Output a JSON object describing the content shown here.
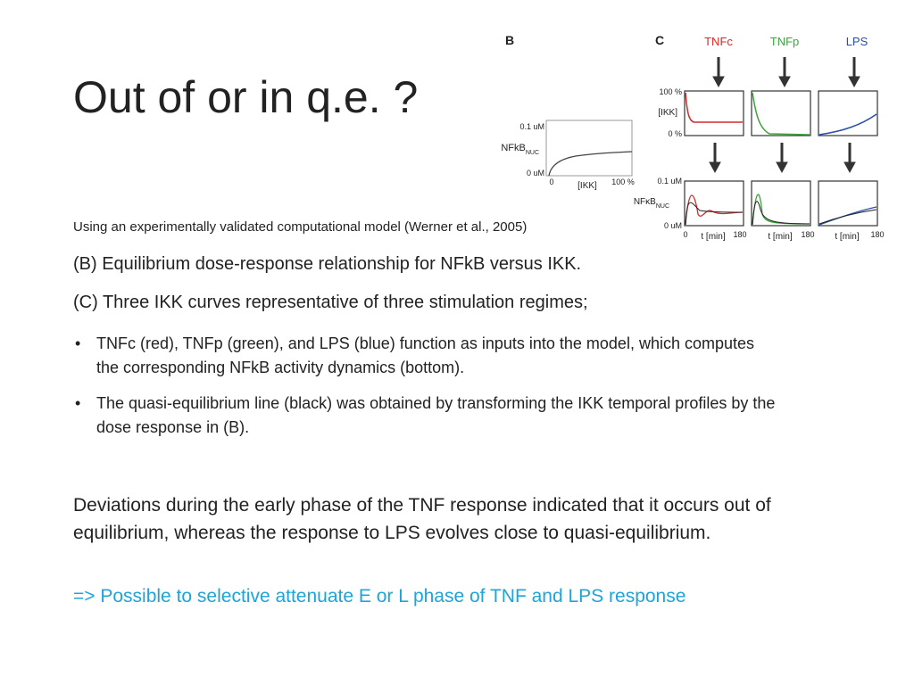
{
  "slide": {
    "title": "Out of or in q.e. ?",
    "source_note": "Using an experimentally validated computational model (Werner et al., 2005)",
    "line_b": "(B) Equilibrium dose-response relationship for NFkB versus IKK.",
    "line_c": "(C) Three IKK curves representative of three stimulation regimes;",
    "bullets": [
      "TNFc (red), TNFp (green), and LPS (blue) function as inputs into the model, which computes the corresponding NFkB activity dynamics (bottom).",
      "The quasi-equilibrium line (black) was obtained by transforming the IKK temporal profiles by the dose response in (B)."
    ],
    "bullet_glyph": "•",
    "conclusion": "Deviations during the early phase of the TNF response indicated that it occurs out of equilibrium, whereas the response to LPS evolves close to quasi-equilibrium.",
    "callout": "=> Possible to selective attenuate E or L phase of TNF and LPS response",
    "callout_color": "#1ea4d8"
  },
  "figure_b": {
    "panel_label": "B",
    "y_top": "0.1 uM",
    "y_label_main": "NFkB",
    "y_label_sub": "NUC",
    "y_bottom": "0 uM",
    "x_left": "0",
    "x_label": "[IKK]",
    "x_right": "100 %"
  },
  "figure_c": {
    "panel_label": "C",
    "conditions": [
      {
        "name": "TNFc",
        "color": "#d42a2a"
      },
      {
        "name": "TNFp",
        "color": "#3aa53a"
      },
      {
        "name": "LPS",
        "color": "#2a4fa8"
      }
    ],
    "ikk_top": "100 %",
    "ikk_label": "[IKK]",
    "ikk_bottom": "0 %",
    "nfkb_top": "0.1 uM",
    "nfkb_label_main": "NFκB",
    "nfkb_label_sub": "NUC",
    "nfkb_bottom": "0 uM",
    "x_start": "0",
    "x_label": "t [min]",
    "x_end": "180"
  }
}
